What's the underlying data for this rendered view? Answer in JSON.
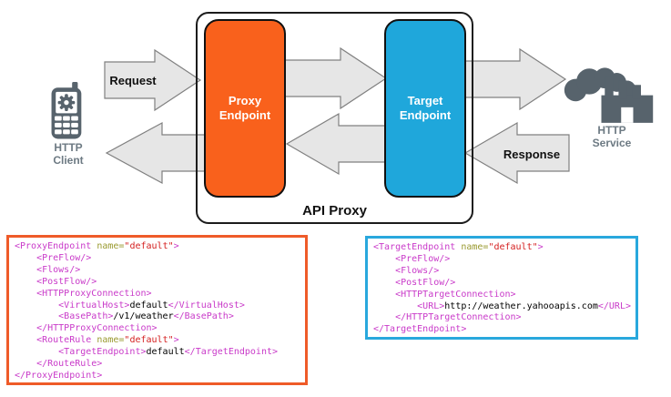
{
  "diagram": {
    "client": {
      "label": "HTTP\nClient",
      "icon": "mobile-phone-icon"
    },
    "service": {
      "label": "HTTP\nService",
      "icon": "factory-icon"
    },
    "request_arrow_label": "Request",
    "response_arrow_label": "Response",
    "api_proxy": {
      "label": "API Proxy",
      "proxy_endpoint_label": "Proxy\nEndpoint",
      "target_endpoint_label": "Target\nEndpoint"
    },
    "colors": {
      "proxy_endpoint_fill": "#f9611c",
      "target_endpoint_fill": "#1fa7db",
      "arrow_fill": "#e6e6e6",
      "arrow_stroke": "#808080",
      "icon_gray": "#57636c",
      "label_gray": "#6d7a83"
    }
  },
  "token_colors": {
    "tag": "#c93ac9",
    "attr": "#9a9a30",
    "str": "#d42020",
    "txt": "#000000"
  },
  "code_blocks": {
    "proxy": {
      "border_color": "#ef5b29",
      "lines": [
        [
          {
            "t": "<ProxyEndpoint ",
            "c": "tag"
          },
          {
            "t": "name=",
            "c": "attr"
          },
          {
            "t": "\"default\"",
            "c": "str"
          },
          {
            "t": ">",
            "c": "tag"
          }
        ],
        [
          {
            "t": "    <PreFlow/>",
            "c": "tag"
          }
        ],
        [
          {
            "t": "    <Flows/>",
            "c": "tag"
          }
        ],
        [
          {
            "t": "    <PostFlow/>",
            "c": "tag"
          }
        ],
        [
          {
            "t": "    <HTTPProxyConnection>",
            "c": "tag"
          }
        ],
        [
          {
            "t": "        <VirtualHost>",
            "c": "tag"
          },
          {
            "t": "default",
            "c": "txt"
          },
          {
            "t": "</VirtualHost>",
            "c": "tag"
          }
        ],
        [
          {
            "t": "        <BasePath>",
            "c": "tag"
          },
          {
            "t": "/v1/weather",
            "c": "txt"
          },
          {
            "t": "</BasePath>",
            "c": "tag"
          }
        ],
        [
          {
            "t": "    </HTTPProxyConnection>",
            "c": "tag"
          }
        ],
        [
          {
            "t": "    <RouteRule ",
            "c": "tag"
          },
          {
            "t": "name=",
            "c": "attr"
          },
          {
            "t": "\"default\"",
            "c": "str"
          },
          {
            "t": ">",
            "c": "tag"
          }
        ],
        [
          {
            "t": "        <TargetEndpoint>",
            "c": "tag"
          },
          {
            "t": "default",
            "c": "txt"
          },
          {
            "t": "</TargetEndpoint>",
            "c": "tag"
          }
        ],
        [
          {
            "t": "    </RouteRule>",
            "c": "tag"
          }
        ],
        [
          {
            "t": "</ProxyEndpoint>",
            "c": "tag"
          }
        ]
      ]
    },
    "target": {
      "border_color": "#29a8dd",
      "lines": [
        [
          {
            "t": "<TargetEndpoint ",
            "c": "tag"
          },
          {
            "t": "name=",
            "c": "attr"
          },
          {
            "t": "\"default\"",
            "c": "str"
          },
          {
            "t": ">",
            "c": "tag"
          }
        ],
        [
          {
            "t": "    <PreFlow/>",
            "c": "tag"
          }
        ],
        [
          {
            "t": "    <Flows/>",
            "c": "tag"
          }
        ],
        [
          {
            "t": "    <PostFlow/>",
            "c": "tag"
          }
        ],
        [
          {
            "t": "    <HTTPTargetConnection>",
            "c": "tag"
          }
        ],
        [
          {
            "t": "        <URL>",
            "c": "tag"
          },
          {
            "t": "http://weather.yahooapis.com",
            "c": "txt"
          },
          {
            "t": "</URL>",
            "c": "tag"
          }
        ],
        [
          {
            "t": "    </HTTPTargetConnection>",
            "c": "tag"
          }
        ],
        [
          {
            "t": "</TargetEndpoint>",
            "c": "tag"
          }
        ]
      ]
    }
  }
}
